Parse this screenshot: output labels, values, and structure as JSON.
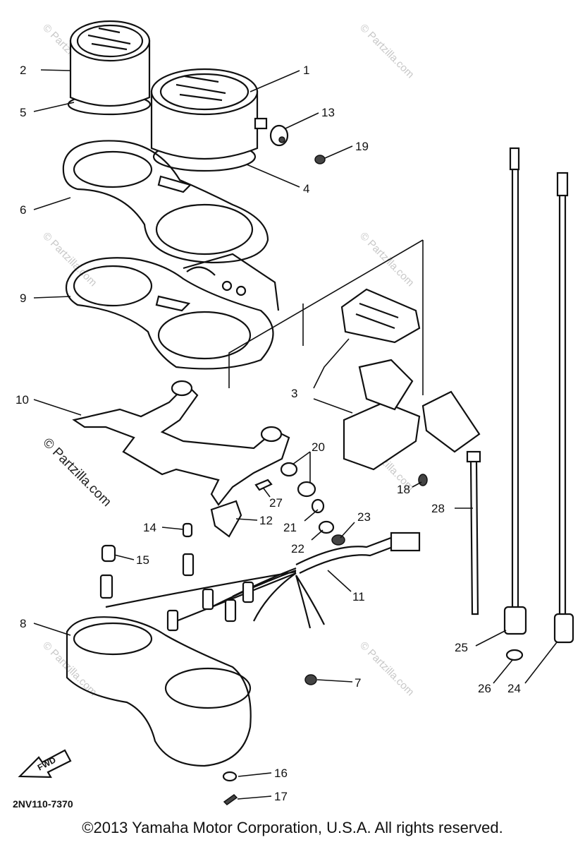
{
  "diagram": {
    "reference_code": "2NV110-7370",
    "direction_label": "FWD",
    "watermark": "© Partzilla.com",
    "copyright": "©2013 Yamaha Motor Corporation, U.S.A. All rights reserved."
  },
  "callouts": [
    {
      "id": "1",
      "label": "1"
    },
    {
      "id": "2",
      "label": "2"
    },
    {
      "id": "3",
      "label": "3"
    },
    {
      "id": "4",
      "label": "4"
    },
    {
      "id": "5",
      "label": "5"
    },
    {
      "id": "6",
      "label": "6"
    },
    {
      "id": "7",
      "label": "7"
    },
    {
      "id": "8",
      "label": "8"
    },
    {
      "id": "9",
      "label": "9"
    },
    {
      "id": "10",
      "label": "10"
    },
    {
      "id": "11",
      "label": "11"
    },
    {
      "id": "12",
      "label": "12"
    },
    {
      "id": "13",
      "label": "13"
    },
    {
      "id": "14",
      "label": "14"
    },
    {
      "id": "15",
      "label": "15"
    },
    {
      "id": "16",
      "label": "16"
    },
    {
      "id": "17",
      "label": "17"
    },
    {
      "id": "18",
      "label": "18"
    },
    {
      "id": "19",
      "label": "19"
    },
    {
      "id": "20",
      "label": "20"
    },
    {
      "id": "21",
      "label": "21"
    },
    {
      "id": "22",
      "label": "22"
    },
    {
      "id": "23",
      "label": "23"
    },
    {
      "id": "24",
      "label": "24"
    },
    {
      "id": "25",
      "label": "25"
    },
    {
      "id": "26",
      "label": "26"
    },
    {
      "id": "27",
      "label": "27"
    },
    {
      "id": "28",
      "label": "28"
    }
  ]
}
